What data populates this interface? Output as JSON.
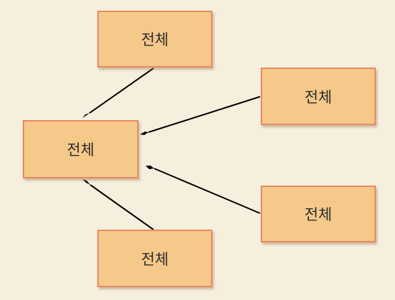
{
  "diagram": {
    "nodes": [
      {
        "id": "top",
        "label": "전체"
      },
      {
        "id": "center",
        "label": "전체"
      },
      {
        "id": "right1",
        "label": "전체"
      },
      {
        "id": "right2",
        "label": "전체"
      },
      {
        "id": "bottom",
        "label": "전체"
      }
    ],
    "edges": [
      {
        "from": "top",
        "to": "center",
        "end": "diamond"
      },
      {
        "from": "right1",
        "to": "center",
        "end": "diamond"
      },
      {
        "from": "right2",
        "to": "center",
        "end": "diamond"
      },
      {
        "from": "bottom",
        "to": "center",
        "end": "diamond"
      }
    ],
    "colors": {
      "background": "#f6efdd",
      "node_fill": "#f5c98a",
      "node_border": "#e88a63",
      "line": "#000000"
    }
  }
}
